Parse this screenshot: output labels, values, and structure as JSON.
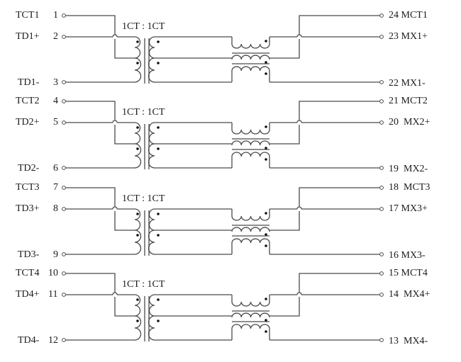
{
  "diagram": {
    "colors": {
      "wire": "#4a4a4a",
      "text": "#1a1a1a",
      "background": "#ffffff"
    },
    "channels": [
      {
        "ratio": "1CT : 1CT",
        "left": [
          {
            "name": "TCT1",
            "pin": "1"
          },
          {
            "name": "TD1+",
            "pin": "2"
          },
          {
            "name": "TD1-",
            "pin": "3"
          }
        ],
        "right": [
          {
            "pin": "24",
            "name": "MCT1",
            "text": "24 MCT1"
          },
          {
            "pin": "23",
            "name": "MX1+",
            "text": "23 MX1+"
          },
          {
            "pin": "22",
            "name": "MX1-",
            "text": "22 MX1-"
          }
        ]
      },
      {
        "ratio": "1CT : 1CT",
        "left": [
          {
            "name": "TCT2",
            "pin": "4"
          },
          {
            "name": "TD2+",
            "pin": "5"
          },
          {
            "name": "TD2-",
            "pin": "6"
          }
        ],
        "right": [
          {
            "pin": "21",
            "name": "MCT2",
            "text": "21 MCT2"
          },
          {
            "pin": "20",
            "name": "MX2+",
            "text": "20  MX2+"
          },
          {
            "pin": "19",
            "name": "MX2-",
            "text": "19  MX2-"
          }
        ]
      },
      {
        "ratio": "1CT : 1CT",
        "left": [
          {
            "name": "TCT3",
            "pin": "7"
          },
          {
            "name": "TD3+",
            "pin": "8"
          },
          {
            "name": "TD3-",
            "pin": "9"
          }
        ],
        "right": [
          {
            "pin": "18",
            "name": "MCT3",
            "text": "18  MCT3"
          },
          {
            "pin": "17",
            "name": "MX3+",
            "text": "17 MX3+"
          },
          {
            "pin": "16",
            "name": "MX3-",
            "text": "16 MX3-"
          }
        ]
      },
      {
        "ratio": "1CT : 1CT",
        "left": [
          {
            "name": "TCT4",
            "pin": "10"
          },
          {
            "name": "TD4+",
            "pin": "11"
          },
          {
            "name": "TD4-",
            "pin": "12"
          }
        ],
        "right": [
          {
            "pin": "15",
            "name": "MCT4",
            "text": "15 MCT4"
          },
          {
            "pin": "14",
            "name": "MX4+",
            "text": "14  MX4+"
          },
          {
            "pin": "13",
            "name": "MX4-",
            "text": "13  MX4-"
          }
        ]
      }
    ]
  }
}
